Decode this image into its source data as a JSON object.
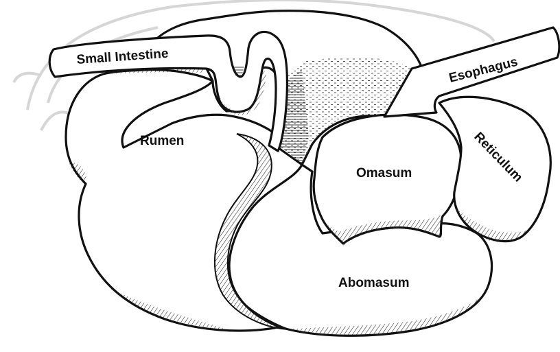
{
  "diagram": {
    "labels": {
      "small_intestine": "Small Intestine",
      "esophagus": "Esophagus",
      "rumen": "Rumen",
      "omasum": "Omasum",
      "reticulum": "Reticulum",
      "abomasum": "Abomasum"
    },
    "colors": {
      "outline": "#111111",
      "fill": "#ffffff",
      "watermark": "#d6d6d6",
      "hatch": "#222222"
    }
  }
}
